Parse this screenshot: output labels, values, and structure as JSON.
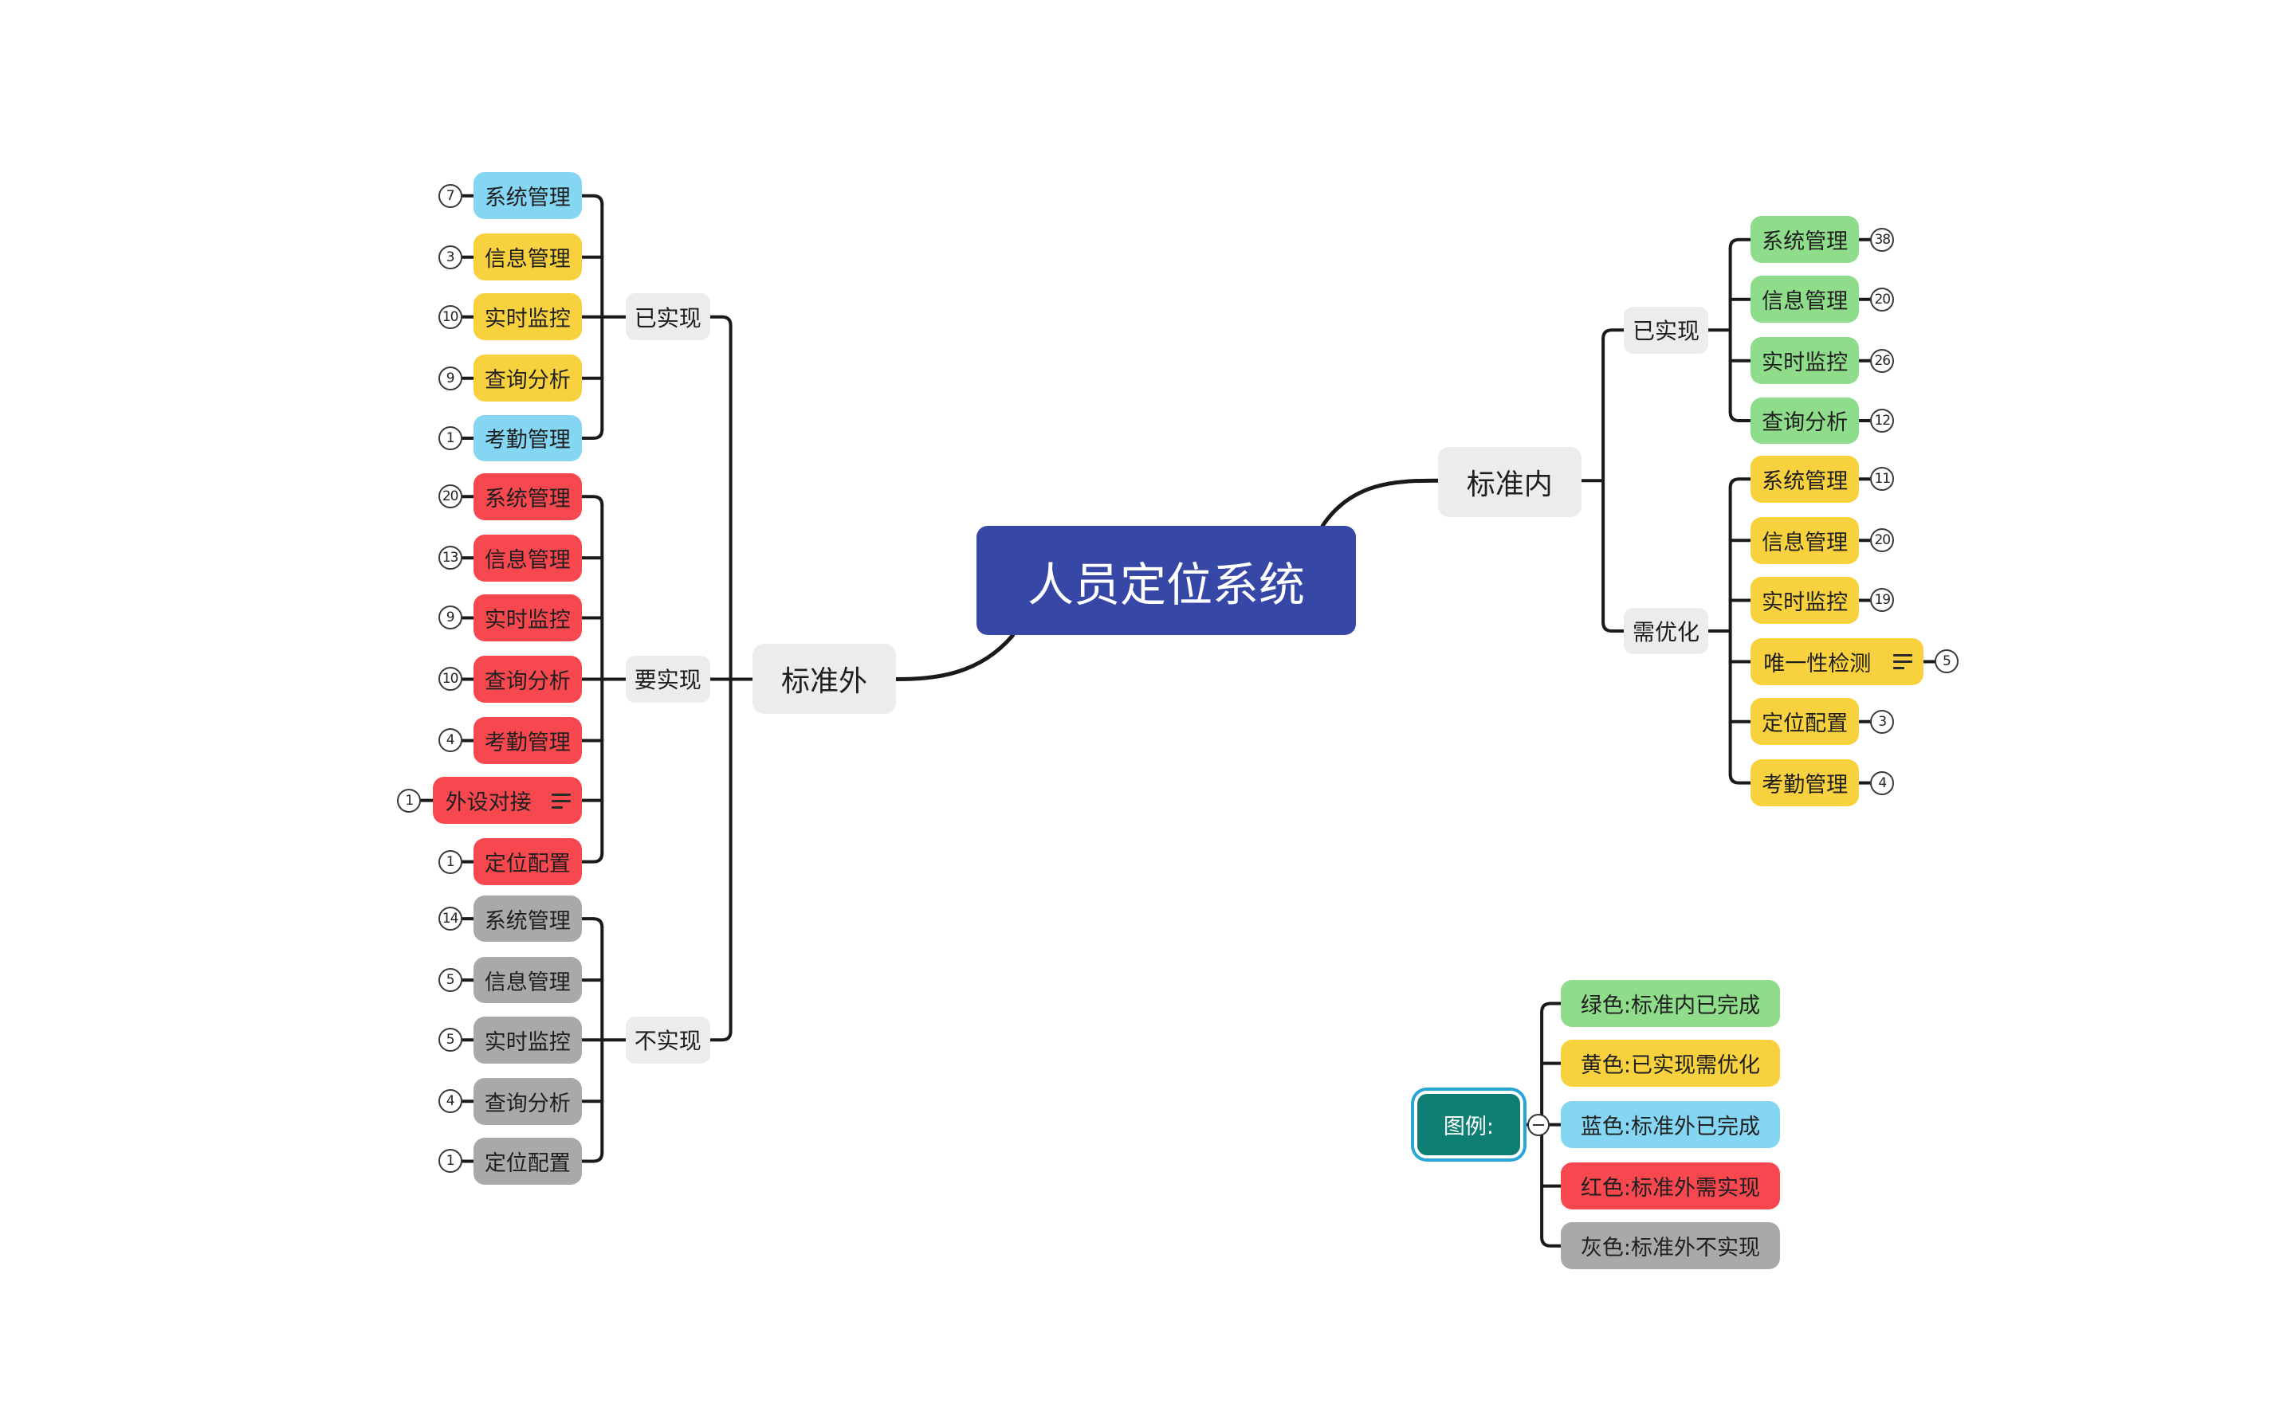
{
  "root": {
    "label": "人员定位系统"
  },
  "colors": {
    "green": "#8fdc8a",
    "yellow": "#f7d23e",
    "blue": "#84d6f3",
    "red": "#f7474f",
    "gray": "#a9a9a9",
    "line": "#1a1a1a"
  },
  "left": {
    "label": "标准外",
    "groups": [
      {
        "label": "已实现",
        "items": [
          {
            "label": "系统管理",
            "count": "7",
            "color": "blue"
          },
          {
            "label": "信息管理",
            "count": "3",
            "color": "yellow"
          },
          {
            "label": "实时监控",
            "count": "10",
            "color": "yellow"
          },
          {
            "label": "查询分析",
            "count": "9",
            "color": "yellow"
          },
          {
            "label": "考勤管理",
            "count": "1",
            "color": "blue"
          }
        ]
      },
      {
        "label": "要实现",
        "items": [
          {
            "label": "系统管理",
            "count": "20",
            "color": "red"
          },
          {
            "label": "信息管理",
            "count": "13",
            "color": "red"
          },
          {
            "label": "实时监控",
            "count": "9",
            "color": "red"
          },
          {
            "label": "查询分析",
            "count": "10",
            "color": "red"
          },
          {
            "label": "考勤管理",
            "count": "4",
            "color": "red"
          },
          {
            "label": "外设对接",
            "count": "1",
            "color": "red",
            "note": true
          },
          {
            "label": "定位配置",
            "count": "1",
            "color": "red"
          }
        ]
      },
      {
        "label": "不实现",
        "items": [
          {
            "label": "系统管理",
            "count": "14",
            "color": "gray"
          },
          {
            "label": "信息管理",
            "count": "5",
            "color": "gray"
          },
          {
            "label": "实时监控",
            "count": "5",
            "color": "gray"
          },
          {
            "label": "查询分析",
            "count": "4",
            "color": "gray"
          },
          {
            "label": "定位配置",
            "count": "1",
            "color": "gray"
          }
        ]
      }
    ]
  },
  "right": {
    "label": "标准内",
    "groups": [
      {
        "label": "已实现",
        "items": [
          {
            "label": "系统管理",
            "count": "38",
            "color": "green"
          },
          {
            "label": "信息管理",
            "count": "20",
            "color": "green"
          },
          {
            "label": "实时监控",
            "count": "26",
            "color": "green"
          },
          {
            "label": "查询分析",
            "count": "12",
            "color": "green"
          }
        ]
      },
      {
        "label": "需优化",
        "items": [
          {
            "label": "系统管理",
            "count": "11",
            "color": "yellow"
          },
          {
            "label": "信息管理",
            "count": "20",
            "color": "yellow"
          },
          {
            "label": "实时监控",
            "count": "19",
            "color": "yellow"
          },
          {
            "label": "唯一性检测",
            "count": "5",
            "color": "yellow",
            "note": true
          },
          {
            "label": "定位配置",
            "count": "3",
            "color": "yellow"
          },
          {
            "label": "考勤管理",
            "count": "4",
            "color": "yellow"
          }
        ]
      }
    ]
  },
  "legend": {
    "title": "图例:",
    "items": [
      {
        "label": "绿色:标准内已完成",
        "color": "green"
      },
      {
        "label": "黄色:已实现需优化",
        "color": "yellow"
      },
      {
        "label": "蓝色:标准外已完成",
        "color": "blue"
      },
      {
        "label": "红色:标准外需实现",
        "color": "red"
      },
      {
        "label": "灰色:标准外不实现",
        "color": "gray"
      }
    ]
  }
}
